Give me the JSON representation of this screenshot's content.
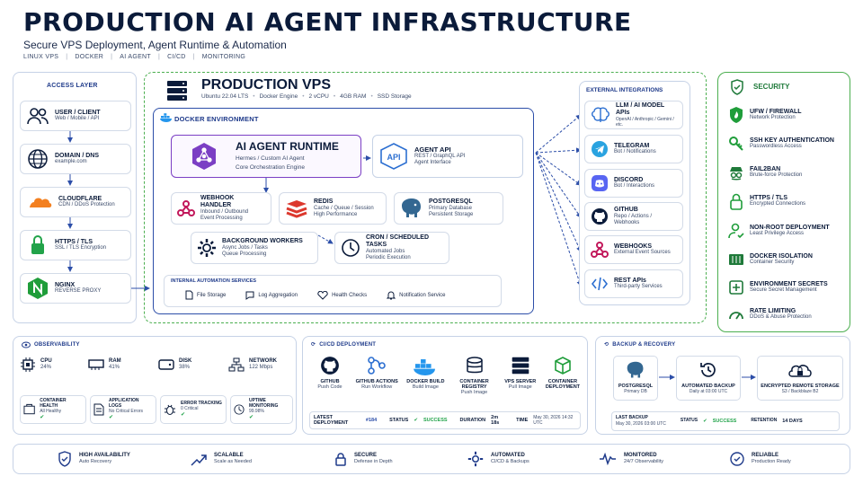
{
  "header": {
    "title": "PRODUCTION AI AGENT INFRASTRUCTURE",
    "subtitle": "Secure VPS Deployment, Agent Runtime & Automation",
    "tags": [
      "LINUX VPS",
      "DOCKER",
      "AI AGENT",
      "CI/CD",
      "MONITORING"
    ]
  },
  "access": {
    "title": "ACCESS LAYER",
    "items": [
      {
        "title": "USER / CLIENT",
        "sub": "Web / Mobile / API",
        "icon": "users-icon"
      },
      {
        "title": "DOMAIN / DNS",
        "sub": "example.com",
        "icon": "globe-icon"
      },
      {
        "title": "CLOUDFLARE",
        "sub": "CDN / DDoS Protection",
        "icon": "cloud-icon"
      },
      {
        "title": "HTTPS / TLS",
        "sub": "SSL / TLS Encryption",
        "icon": "lock-icon"
      },
      {
        "title": "NGINX",
        "sub": "REVERSE PROXY",
        "icon": "nginx-icon"
      }
    ]
  },
  "vps": {
    "title": "PRODUCTION VPS",
    "specs": [
      "Ubuntu 22.04 LTS",
      "Docker Engine",
      "2 vCPU",
      "4GB RAM",
      "SSD Storage"
    ],
    "docker_title": "DOCKER ENVIRONMENT",
    "runtime": {
      "title": "AI AGENT RUNTIME",
      "sub1": "Hermes / Custom AI Agent",
      "sub2": "Core Orchestration Engine"
    },
    "api": {
      "title": "AGENT API",
      "sub1": "REST / GraphQL API",
      "sub2": "Agent Interface",
      "badge": "API"
    },
    "webhook": {
      "title": "WEBHOOK HANDLER",
      "sub1": "Inbound / Outbound",
      "sub2": "Event Processing"
    },
    "redis": {
      "title": "REDIS",
      "sub1": "Cache / Queue / Session",
      "sub2": "High Performance"
    },
    "postgres": {
      "title": "POSTGRESQL",
      "sub1": "Primary Database",
      "sub2": "Persistent Storage"
    },
    "workers": {
      "title": "BACKGROUND WORKERS",
      "sub1": "Async Jobs / Tasks",
      "sub2": "Queue Processing"
    },
    "cron": {
      "title": "CRON / SCHEDULED TASKS",
      "sub1": "Automated Jobs",
      "sub2": "Periodic Execution"
    },
    "internal": {
      "title": "INTERNAL AUTOMATION SERVICES",
      "items": [
        "File Storage",
        "Log Aggregation",
        "Health Checks",
        "Notification Service"
      ]
    }
  },
  "external": {
    "title": "EXTERNAL INTEGRATIONS",
    "items": [
      {
        "title": "LLM / AI MODEL APIs",
        "sub": "OpenAI / Anthropic / Gemini / etc.",
        "icon": "brain-icon"
      },
      {
        "title": "TELEGRAM",
        "sub": "Bot / Notifications",
        "icon": "telegram-icon"
      },
      {
        "title": "DISCORD",
        "sub": "Bot / Interactions",
        "icon": "discord-icon"
      },
      {
        "title": "GITHUB",
        "sub": "Repo / Actions / Webhooks",
        "icon": "github-icon"
      },
      {
        "title": "WEBHOOKS",
        "sub": "External Event Sources",
        "icon": "webhook-icon"
      },
      {
        "title": "REST APIs",
        "sub": "Third-party Services",
        "icon": "code-icon"
      }
    ]
  },
  "security": {
    "title": "SECURITY",
    "items": [
      {
        "title": "UFW / FIREWALL",
        "sub": "Network Protection",
        "icon": "shield-fire-icon"
      },
      {
        "title": "SSH KEY AUTHENTICATION",
        "sub": "Passwordless Access",
        "icon": "key-icon"
      },
      {
        "title": "FAIL2BAN",
        "sub": "Brute-force Protection",
        "icon": "spy-icon"
      },
      {
        "title": "HTTPS / TLS",
        "sub": "Encrypted Connections",
        "icon": "lock-icon"
      },
      {
        "title": "NON-ROOT DEPLOYMENT",
        "sub": "Least Privilege Access",
        "icon": "user-check-icon"
      },
      {
        "title": "DOCKER ISOLATION",
        "sub": "Container Security",
        "icon": "container-icon"
      },
      {
        "title": "ENVIRONMENT SECRETS",
        "sub": "Secure Secret Management",
        "icon": "secret-icon"
      },
      {
        "title": "RATE LIMITING",
        "sub": "DDoS & Abuse Protection",
        "icon": "gauge-icon"
      }
    ]
  },
  "observability": {
    "title": "OBSERVABILITY",
    "metrics": [
      {
        "label": "CPU",
        "value": "24%",
        "icon": "cpu-icon"
      },
      {
        "label": "RAM",
        "value": "41%",
        "icon": "ram-icon"
      },
      {
        "label": "DISK",
        "value": "38%",
        "icon": "disk-icon"
      },
      {
        "label": "NETWORK",
        "value": "122 Mbps",
        "icon": "network-icon"
      }
    ],
    "checks": [
      {
        "label": "CONTAINER HEALTH",
        "value": "All Healthy",
        "icon": "container-health-icon"
      },
      {
        "label": "APPLICATION LOGS",
        "value": "No Critical Errors",
        "icon": "logs-icon"
      },
      {
        "label": "ERROR TRACKING",
        "value": "0 Critical",
        "icon": "bug-icon"
      },
      {
        "label": "UPTIME MONITORING",
        "value": "99.98%",
        "icon": "uptime-icon"
      }
    ]
  },
  "cicd": {
    "title": "CI/CD DEPLOYMENT",
    "steps": [
      {
        "title": "GITHUB",
        "sub": "Push Code",
        "icon": "github-icon"
      },
      {
        "title": "GITHUB ACTIONS",
        "sub": "Run Workflow",
        "icon": "actions-icon"
      },
      {
        "title": "DOCKER BUILD",
        "sub": "Build Image",
        "icon": "docker-icon"
      },
      {
        "title": "CONTAINER REGISTRY",
        "sub": "Push Image",
        "icon": "registry-icon"
      },
      {
        "title": "VPS SERVER",
        "sub": "Pull Image",
        "icon": "server-icon"
      },
      {
        "title": "CONTAINER",
        "sub": "DEPLOYMENT",
        "icon": "cube-icon"
      }
    ],
    "latest_label": "LATEST DEPLOYMENT",
    "latest_value": "#184",
    "status_label": "STATUS",
    "status_value": "SUCCESS",
    "duration_label": "DURATION",
    "duration_value": "2m 18s",
    "time_label": "TIME",
    "time_value": "May 30, 2026 14:32 UTC"
  },
  "backup": {
    "title": "BACKUP & RECOVERY",
    "db": {
      "title": "POSTGRESQL",
      "sub": "Primary DB"
    },
    "auto": {
      "title": "AUTOMATED BACKUP",
      "sub": "Daily at 03:00 UTC"
    },
    "remote": {
      "title": "ENCRYPTED REMOTE STORAGE",
      "sub": "S3 / Backblaze B2"
    },
    "last_label": "LAST BACKUP",
    "last_value": "May 30, 2026 03:00 UTC",
    "status_label": "STATUS",
    "status_value": "SUCCESS",
    "retention_label": "RETENTION",
    "retention_value": "14 DAYS"
  },
  "footer": [
    {
      "title": "HIGH AVAILABILITY",
      "sub": "Auto Recovery",
      "icon": "shield-icon"
    },
    {
      "title": "SCALABLE",
      "sub": "Scale as Needed",
      "icon": "chart-up-icon"
    },
    {
      "title": "SECURE",
      "sub": "Defense in Depth",
      "icon": "lock-icon"
    },
    {
      "title": "AUTOMATED",
      "sub": "CI/CD & Backups",
      "icon": "gear-icon"
    },
    {
      "title": "MONITORED",
      "sub": "24/7 Observability",
      "icon": "pulse-icon"
    },
    {
      "title": "RELIABLE",
      "sub": "Production Ready",
      "icon": "check-circle-icon"
    }
  ],
  "colors": {
    "navy": "#0b1b3a",
    "blue": "#2c4ea8",
    "green": "#4caf50",
    "purple": "#7b3fc4"
  }
}
